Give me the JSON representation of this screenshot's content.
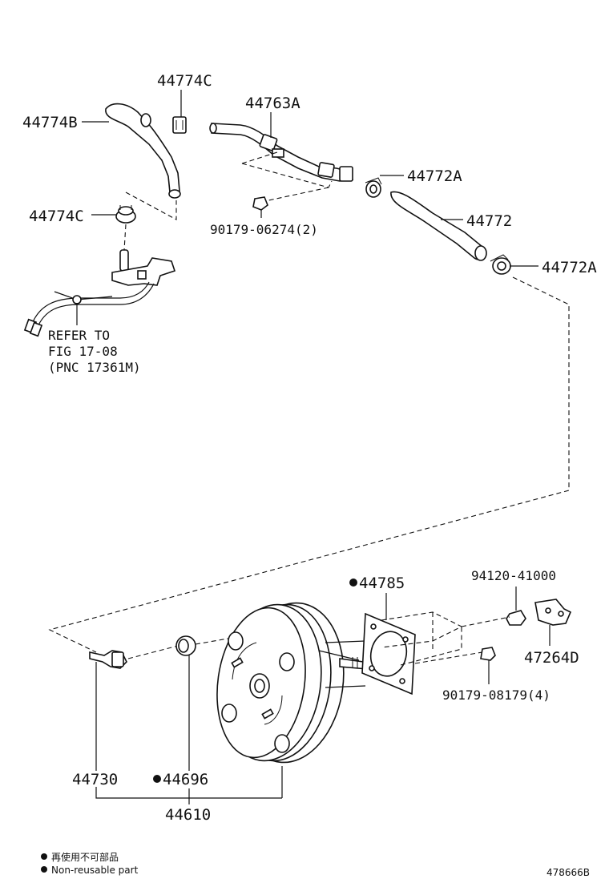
{
  "parts": {
    "p44774B": "44774B",
    "p44774C_top": "44774C",
    "p44774C_left": "44774C",
    "p44763A": "44763A",
    "p44772A_top": "44772A",
    "p44772": "44772",
    "p44772A_right": "44772A",
    "p90179_06274": "90179-06274(2)",
    "p44785": "44785",
    "p94120_41000": "94120-41000",
    "p47264D": "47264D",
    "p90179_08179": "90179-08179(4)",
    "p44730": "44730",
    "p44696": "44696",
    "p44610": "44610"
  },
  "refer": {
    "line1": "REFER TO",
    "line2": "FIG 17-08",
    "line3": "(PNC 17361M)"
  },
  "legend": {
    "jp": "再使用不可部品",
    "en": "Non-reusable part"
  },
  "diagram_id": "478666B"
}
